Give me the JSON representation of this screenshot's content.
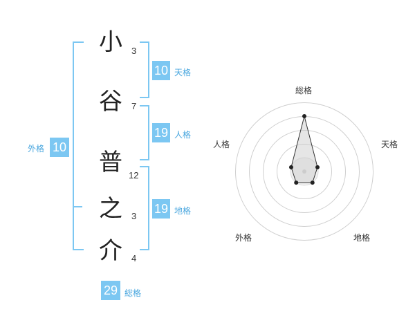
{
  "name": {
    "chars": [
      {
        "char": "小",
        "strokes": "3"
      },
      {
        "char": "谷",
        "strokes": "7"
      },
      {
        "char": "普",
        "strokes": "12"
      },
      {
        "char": "之",
        "strokes": "3"
      },
      {
        "char": "介",
        "strokes": "4"
      }
    ]
  },
  "kakusu": {
    "tenkaku": {
      "value": "10",
      "label": "天格"
    },
    "jinkaku": {
      "value": "19",
      "label": "人格"
    },
    "chikaku": {
      "value": "19",
      "label": "地格"
    },
    "gaikaku": {
      "value": "10",
      "label": "外格"
    },
    "soukaku": {
      "value": "29",
      "label": "総格"
    }
  },
  "colors": {
    "accent": "#7cc7f2"
  },
  "chart_data": {
    "type": "radar",
    "axes": [
      "総格",
      "天格",
      "地格",
      "外格",
      "人格"
    ],
    "values": [
      4,
      1,
      1,
      1,
      1
    ],
    "rmax": 5
  }
}
